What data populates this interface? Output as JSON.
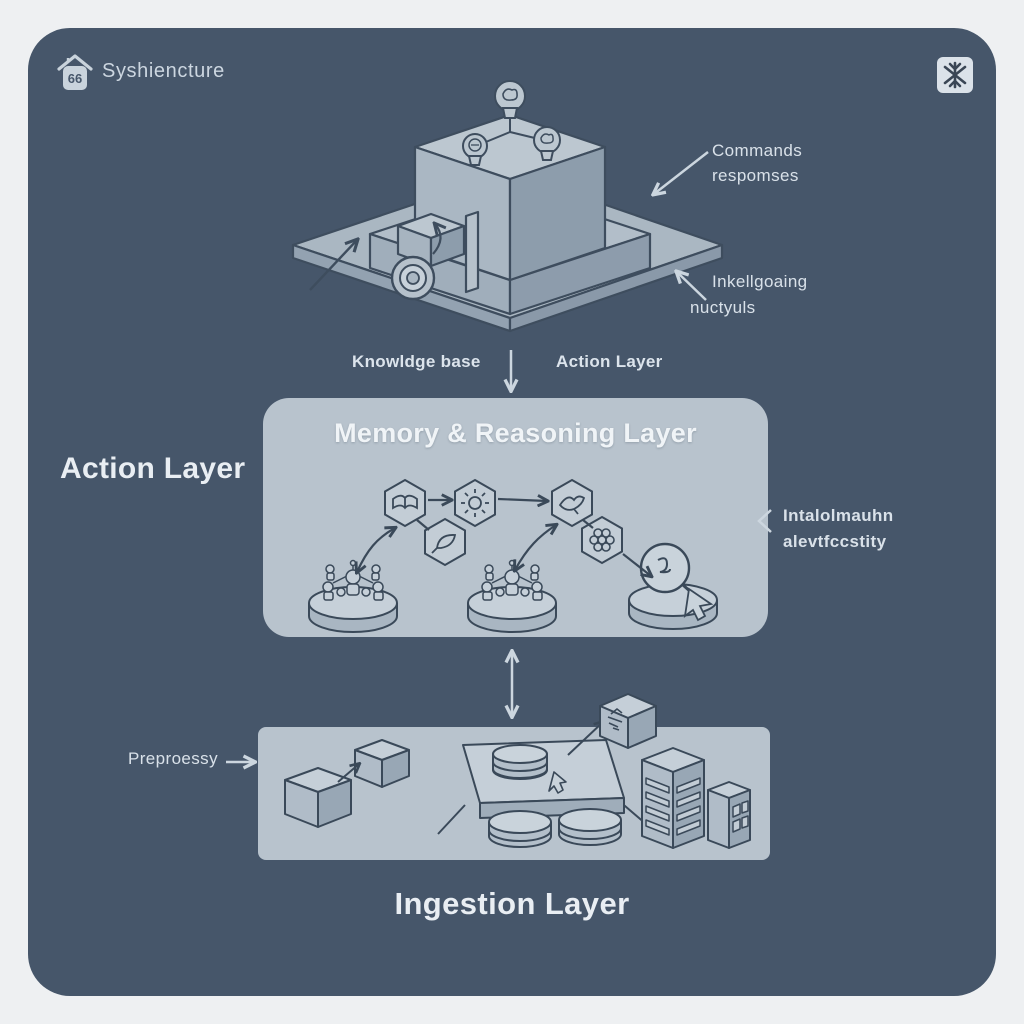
{
  "colors": {
    "page_bg": "#eef0f2",
    "panel_bg": "#46566a",
    "box_bg": "#b8c3cd",
    "stroke": "#3e4d5e",
    "text_light": "#dce4ec"
  },
  "header": {
    "title": "Syshiencture",
    "logo_glyph": "66"
  },
  "icons": {
    "logo": "home-icon",
    "corner": "burst-icon",
    "bulbs": "ai-bulb-icon",
    "lens": "lens-wheel-icon",
    "book": "book-icon",
    "gear": "gear-icon",
    "feather": "feather-icon",
    "bird": "bird-icon",
    "flower": "flower-gear-icon",
    "agents": "agent-cluster-disc-icon",
    "search": "search-cursor-icon",
    "cubes": "data-cube-icon",
    "tray": "data-tray-icon",
    "databases": "database-stack-icon",
    "package": "package-box-icon",
    "server": "server-rack-icon",
    "cabinet": "storage-cabinet-icon"
  },
  "top_diagram": {
    "commands_line1": "Commands",
    "commands_line2": "respomses",
    "outputs_line1": "Inkellgoaing",
    "outputs_line2": "nuctyuls",
    "label_knowledge": "Knowldge base",
    "label_action": "Action Layer"
  },
  "memory_layer": {
    "title": "Memory & Reasoning Layer",
    "side_label": "Action Layer",
    "annotation_line1": "Intalolmauhn",
    "annotation_line2": "alevtfccstity"
  },
  "ingestion_layer": {
    "title": "Ingestion Layer",
    "label_preprocess": "Preproessy"
  }
}
